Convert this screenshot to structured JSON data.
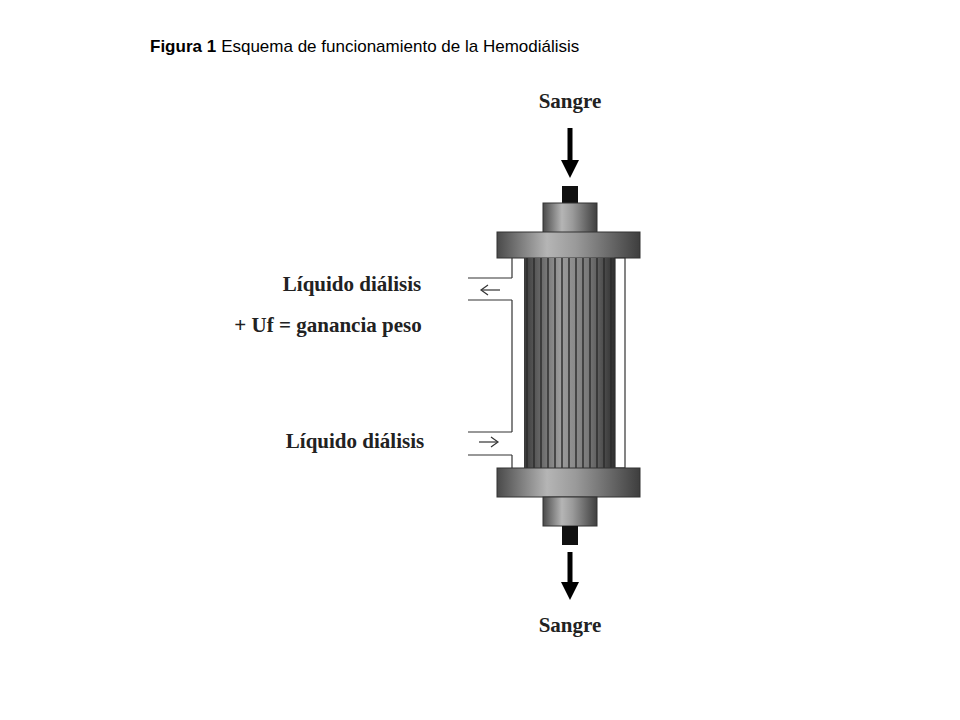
{
  "diagram": {
    "title": "Esquema de funcionamiento de la Hemodiálisis",
    "labels": [
      "Figura 1",
      "Sangre",
      "Líquido diálisis",
      "+ Uf = ganancia peso",
      "Líquido diálisis",
      "Sangre"
    ]
  }
}
